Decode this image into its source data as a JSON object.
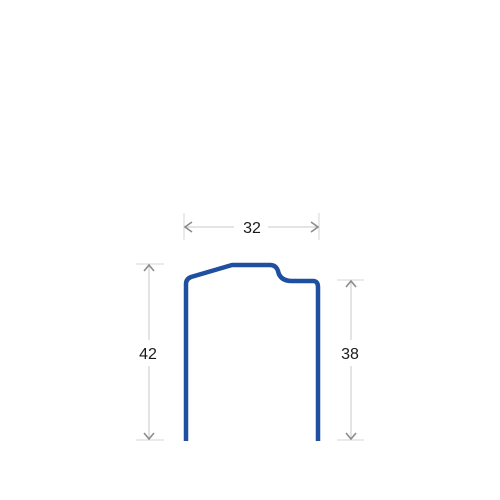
{
  "dimensions": {
    "width": "32",
    "left_height": "42",
    "right_height": "38"
  },
  "colors": {
    "profile": "#1f4fa0",
    "dimension_line": "#c8c8c8",
    "arrow": "#8c8c8c",
    "text": "#1a1a1a"
  }
}
